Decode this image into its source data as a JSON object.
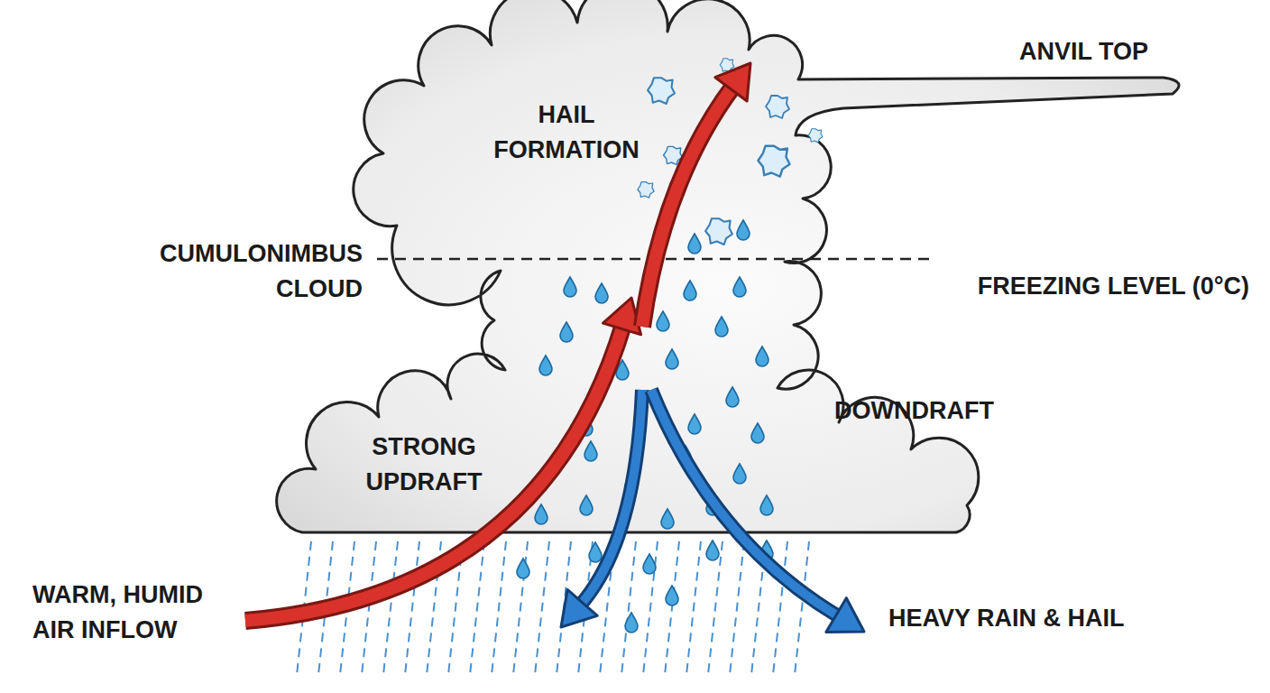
{
  "diagram": {
    "labels": [
      "ANVIL TOP",
      "HAIL FORMATION",
      "CUMULONIMBUS CLOUD",
      "FREEZING LEVEL (0°C)",
      "DOWNDRAFT",
      "STRONG UPDRAFT",
      "WARM, HUMID AIR INFLOW",
      "HEAVY RAIN & HAIL"
    ]
  }
}
